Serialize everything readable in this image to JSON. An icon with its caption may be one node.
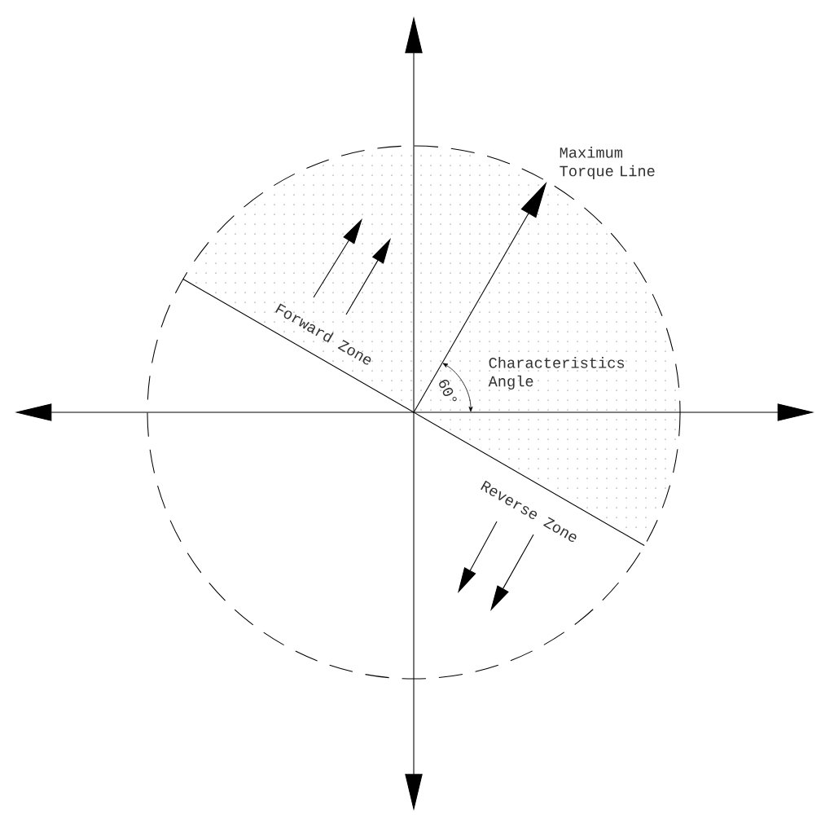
{
  "diagram": {
    "labels": [
      "Maximum Torque Line",
      "Characteristics Angle",
      "60°",
      "Forward Zone",
      "Reverse Zone"
    ]
  }
}
